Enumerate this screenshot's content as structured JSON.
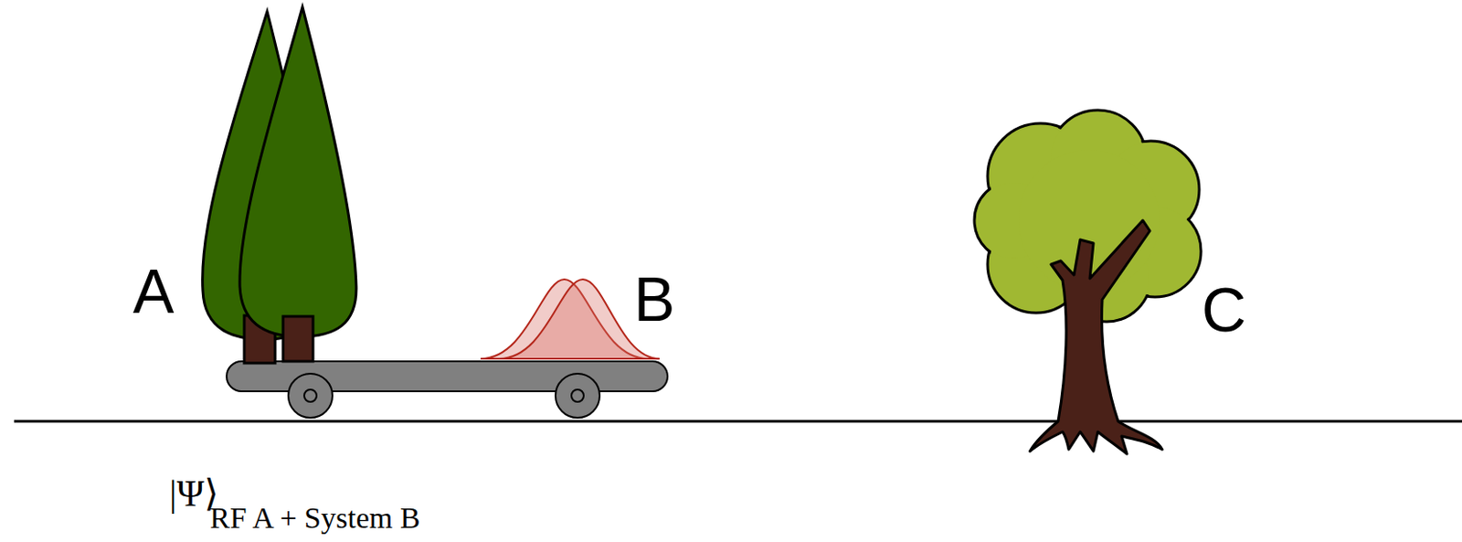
{
  "diagram": {
    "labels": [
      "A",
      "B",
      "C",
      "|Ψ⟩",
      "RF A + System B"
    ]
  }
}
